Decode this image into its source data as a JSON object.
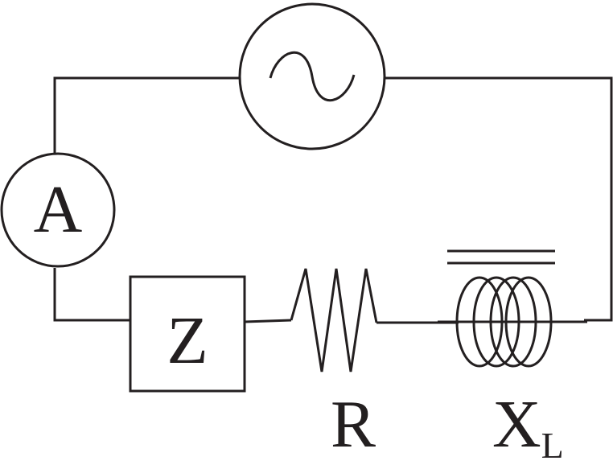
{
  "diagram": {
    "components": {
      "ac_source": {
        "symbol": "~"
      },
      "ammeter": {
        "label": "A"
      },
      "impedance": {
        "label": "Z"
      },
      "resistor": {
        "label": "R"
      },
      "inductor": {
        "label": "X",
        "subscript": "L"
      }
    }
  }
}
